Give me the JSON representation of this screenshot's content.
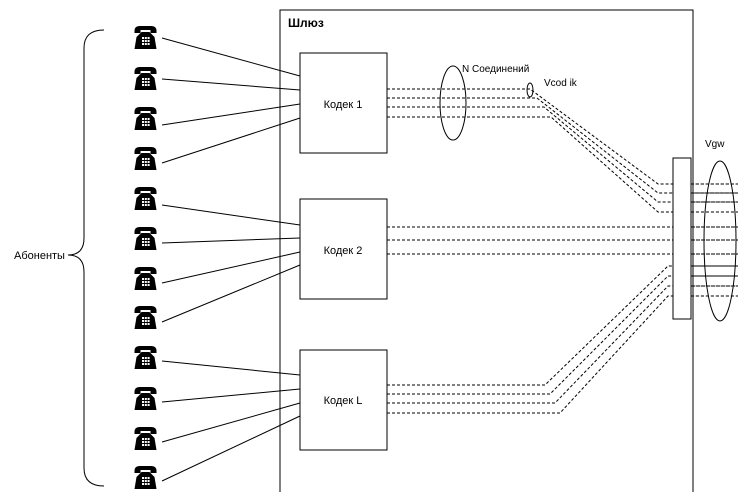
{
  "gateway": {
    "title": "Шлюз"
  },
  "subscribers": {
    "label": "Абоненты"
  },
  "codecs": [
    {
      "label": "Кодек 1"
    },
    {
      "label": "Кодек 2"
    },
    {
      "label": "Кодек L"
    }
  ],
  "annotations": {
    "connections": "N Соединений",
    "codec_rate": "Vcod ik",
    "gateway_rate": "Vgw"
  },
  "icons": {
    "phone": "telephone-icon"
  }
}
